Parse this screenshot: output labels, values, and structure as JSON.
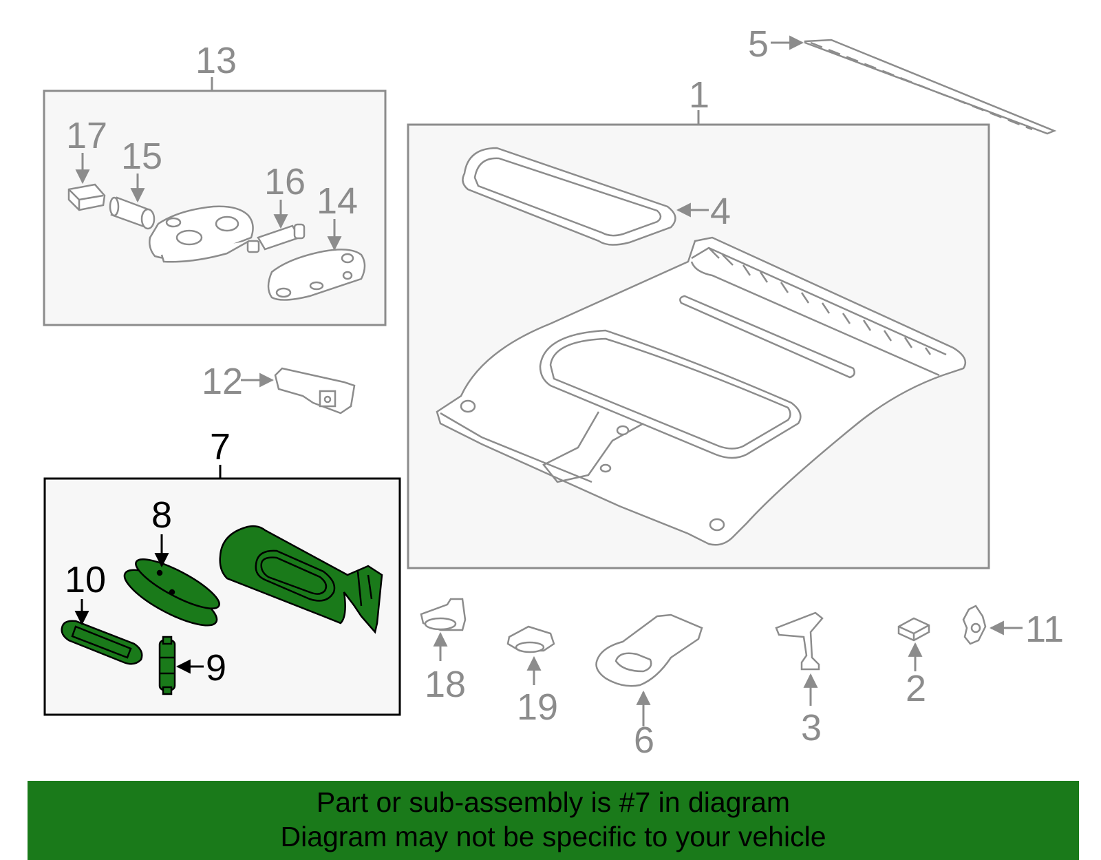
{
  "colors": {
    "part_stroke": "#8c8c8c",
    "highlight_fill": "#1a7a1a",
    "highlight_stroke": "#000000",
    "panel_fill": "#f7f7f7",
    "banner_bg": "#1a7a1a"
  },
  "callouts": {
    "c1": "1",
    "c2": "2",
    "c3": "3",
    "c4": "4",
    "c5": "5",
    "c6": "6",
    "c7": "7",
    "c8": "8",
    "c9": "9",
    "c10": "10",
    "c11": "11",
    "c12": "12",
    "c13": "13",
    "c14": "14",
    "c15": "15",
    "c16": "16",
    "c17": "17",
    "c18": "18",
    "c19": "19"
  },
  "banner": {
    "line1": "Part or sub-assembly is #7 in diagram",
    "line2": "Diagram may not be specific to your vehicle"
  }
}
